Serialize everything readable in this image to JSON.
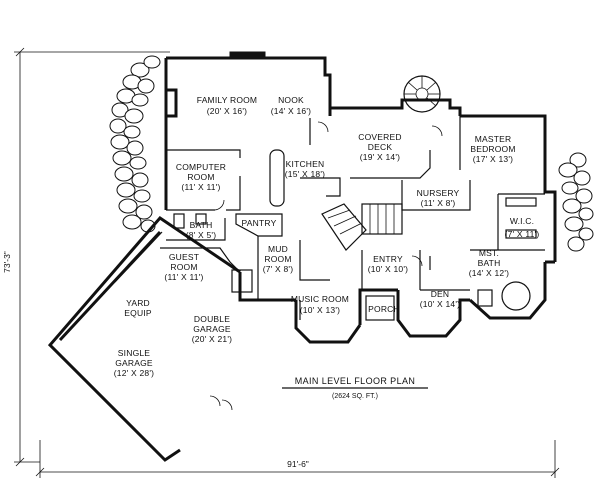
{
  "rooms": {
    "family_room": {
      "name": "FAMILY ROOM",
      "size": "(20' X 16')"
    },
    "nook": {
      "name": "NOOK",
      "size": "(14' X 16')"
    },
    "covered_deck": {
      "name": "COVERED",
      "name2": "DECK",
      "size": "(19' X 14')"
    },
    "master_bedroom": {
      "name": "MASTER",
      "name2": "BEDROOM",
      "size": "(17' X 13')"
    },
    "computer_room": {
      "name": "COMPUTER",
      "name2": "ROOM",
      "size": "(11' X 11')"
    },
    "kitchen": {
      "name": "KITCHEN",
      "size": "(15' X 18')"
    },
    "nursery": {
      "name": "NURSERY",
      "size": "(11' X 8')"
    },
    "wic": {
      "name": "W.I.C.",
      "size": "(7' X 11')"
    },
    "bath": {
      "name": "BATH",
      "size": "(8' X 5')"
    },
    "pantry": {
      "name": "PANTRY"
    },
    "mud_room": {
      "name": "MUD",
      "name2": "ROOM",
      "size": "(7' X 8')"
    },
    "guest_room": {
      "name": "GUEST",
      "name2": "ROOM",
      "size": "(11' X 11')"
    },
    "entry": {
      "name": "ENTRY",
      "size": "(10' X 10')"
    },
    "mst_bath": {
      "name": "MST.",
      "name2": "BATH",
      "size": "(14' X 12')"
    },
    "yard_equip": {
      "name": "YARD",
      "name2": "EQUIP"
    },
    "music_room": {
      "name": "MUSIC ROOM",
      "size": "(10' X 13')"
    },
    "porch": {
      "name": "PORCH"
    },
    "den": {
      "name": "DEN",
      "size": "(10' X 14')"
    },
    "double_garage": {
      "name": "DOUBLE",
      "name2": "GARAGE",
      "size": "(20' X 21')"
    },
    "single_garage": {
      "name": "SINGLE",
      "name2": "GARAGE",
      "size": "(12' X 28')"
    }
  },
  "plan": {
    "title": "MAIN LEVEL FLOOR PLAN",
    "area": "(2624 SQ. FT.)"
  },
  "dimensions": {
    "width": "91'-6\"",
    "depth": "73'-3\""
  }
}
